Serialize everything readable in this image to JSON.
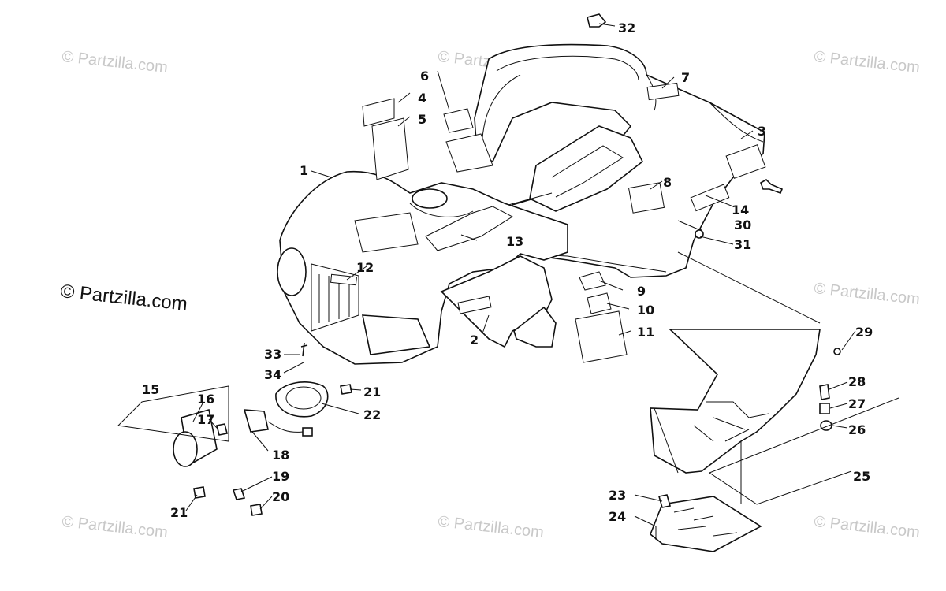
{
  "watermarks": {
    "small": "© Partzilla.com",
    "large": "© Partzilla.com"
  },
  "callouts": {
    "c1": "1",
    "c2": "2",
    "c3": "3",
    "c4": "4",
    "c5": "5",
    "c6": "6",
    "c7": "7",
    "c8": "8",
    "c9": "9",
    "c10": "10",
    "c11": "11",
    "c12": "12",
    "c13": "13",
    "c14": "14",
    "c15": "15",
    "c16": "16",
    "c17": "17",
    "c18": "18",
    "c19": "19",
    "c20": "20",
    "c21a": "21",
    "c21b": "21",
    "c22": "22",
    "c23": "23",
    "c24": "24",
    "c25": "25",
    "c26": "26",
    "c27": "27",
    "c28": "28",
    "c29": "29",
    "c30": "30",
    "c31": "31",
    "c32": "32",
    "c33": "33",
    "c34": "34"
  }
}
